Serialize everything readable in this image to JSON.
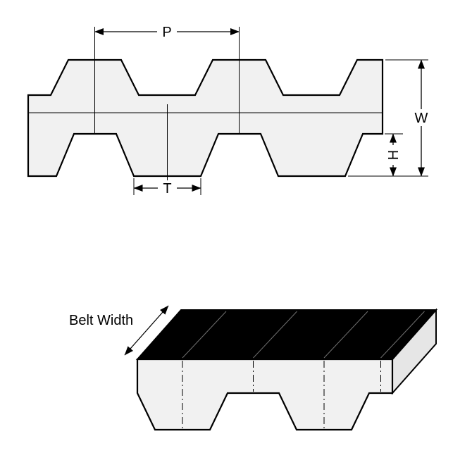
{
  "diagram": {
    "labels": {
      "pitch": "P",
      "belt_overall_width": "W",
      "tooth_height": "H",
      "tooth_width": "T",
      "belt_width": "Belt Width"
    },
    "colors": {
      "background": "#ffffff",
      "outline": "#000000",
      "belt_fill": "#f1f1f1",
      "end_face": "#e6e6e6",
      "top_face": "#000000"
    }
  }
}
